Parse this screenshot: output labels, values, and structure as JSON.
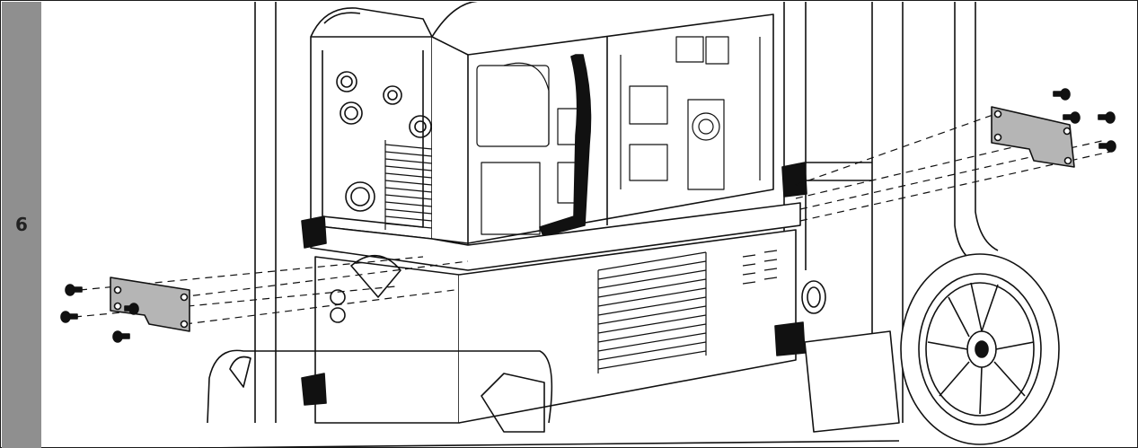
{
  "step": {
    "number": "6"
  },
  "colors": {
    "step_column": "#8f8f8f",
    "panel_plate": "#b5b5b5",
    "line": "#111111"
  },
  "illustration": {
    "parts": [
      "welding-machine",
      "trolley-cart",
      "trolley-wheel",
      "left-mounting-bracket",
      "right-mounting-bracket",
      "screws"
    ],
    "left_bracket_screws": 4,
    "right_bracket_screws": 4
  }
}
